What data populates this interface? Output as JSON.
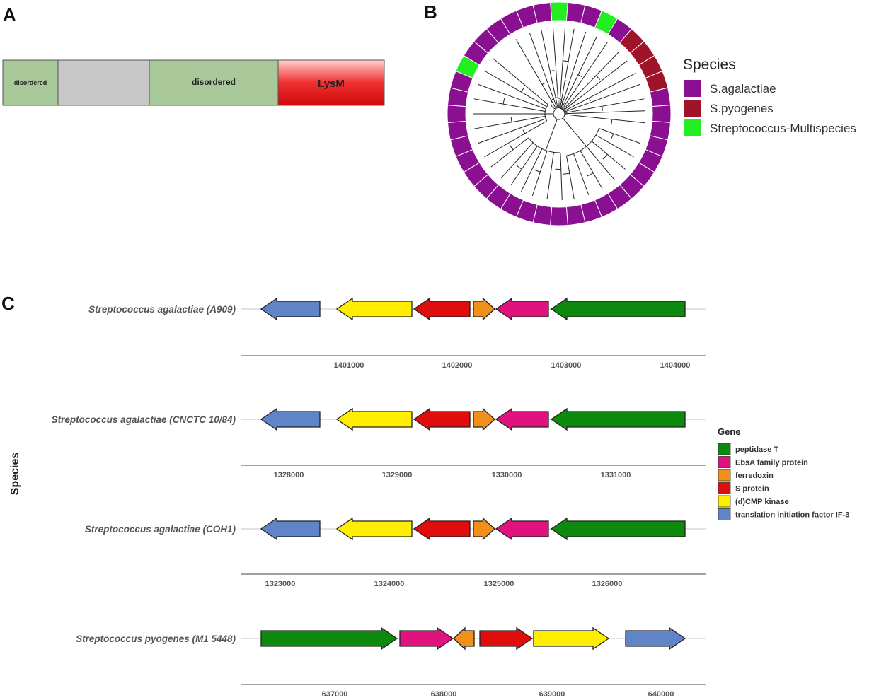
{
  "panels": {
    "a": {
      "letter": "A",
      "domains": [
        {
          "label": "disordered",
          "color": "#a9c89a",
          "kind": "flat"
        },
        {
          "label": "",
          "color": "#c8c8c8",
          "kind": "flat"
        },
        {
          "label": "disordered",
          "color": "#a9c89a",
          "kind": "flat"
        },
        {
          "label": "LysM",
          "color": "#e01818",
          "kind": "gradient"
        }
      ]
    },
    "b": {
      "letter": "B",
      "legend": {
        "title": "Species",
        "items": [
          {
            "label": "S.agalactiae",
            "color": "#8b0f91"
          },
          {
            "label": "S.pyogenes",
            "color": "#a01429"
          },
          {
            "label": "Streptococcus-Multispecies",
            "color": "#22ee22"
          }
        ]
      },
      "ring_colors": {
        "purple": "#8b0f91",
        "red": "#a01429",
        "green": "#22ee22"
      }
    },
    "c": {
      "letter": "C",
      "y_axis_title": "Species",
      "gene_legend": {
        "title": "Gene",
        "items": [
          {
            "label": "peptidase T",
            "color": "#0d8a0d"
          },
          {
            "label": "EbsA family protein",
            "color": "#e0127e"
          },
          {
            "label": "ferredoxin",
            "color": "#f0901a"
          },
          {
            "label": "S protein",
            "color": "#e00d0d"
          },
          {
            "label": "(d)CMP kinase",
            "color": "#ffee00"
          },
          {
            "label": "translation initiation factor IF-3",
            "color": "#5f85c8"
          }
        ]
      },
      "tracks": [
        {
          "species": "Streptococcus agalactiae (A909)",
          "ticks": [
            "1401000",
            "1402000",
            "1403000",
            "1404000"
          ],
          "genes": [
            {
              "gene": "translation initiation factor IF-3",
              "direction": "reverse"
            },
            {
              "gene": "(d)CMP kinase",
              "direction": "reverse"
            },
            {
              "gene": "S protein",
              "direction": "reverse"
            },
            {
              "gene": "ferredoxin",
              "direction": "forward"
            },
            {
              "gene": "EbsA family protein",
              "direction": "reverse"
            },
            {
              "gene": "peptidase T",
              "direction": "reverse"
            }
          ]
        },
        {
          "species": "Streptococcus agalactiae (CNCTC 10/84)",
          "ticks": [
            "1328000",
            "1329000",
            "1330000",
            "1331000"
          ],
          "genes": [
            {
              "gene": "translation initiation factor IF-3",
              "direction": "reverse"
            },
            {
              "gene": "(d)CMP kinase",
              "direction": "reverse"
            },
            {
              "gene": "S protein",
              "direction": "reverse"
            },
            {
              "gene": "ferredoxin",
              "direction": "forward"
            },
            {
              "gene": "EbsA family protein",
              "direction": "reverse"
            },
            {
              "gene": "peptidase T",
              "direction": "reverse"
            }
          ]
        },
        {
          "species": "Streptococcus agalactiae (COH1)",
          "ticks": [
            "1323000",
            "1324000",
            "1325000",
            "1326000"
          ],
          "genes": [
            {
              "gene": "translation initiation factor IF-3",
              "direction": "reverse"
            },
            {
              "gene": "(d)CMP kinase",
              "direction": "reverse"
            },
            {
              "gene": "S protein",
              "direction": "reverse"
            },
            {
              "gene": "ferredoxin",
              "direction": "forward"
            },
            {
              "gene": "EbsA family protein",
              "direction": "reverse"
            },
            {
              "gene": "peptidase T",
              "direction": "reverse"
            }
          ]
        },
        {
          "species": "Streptococcus pyogenes (M1 5448)",
          "ticks": [
            "637000",
            "638000",
            "639000",
            "640000"
          ],
          "genes": [
            {
              "gene": "peptidase T",
              "direction": "forward"
            },
            {
              "gene": "EbsA family protein",
              "direction": "forward"
            },
            {
              "gene": "ferredoxin",
              "direction": "reverse"
            },
            {
              "gene": "S protein",
              "direction": "forward"
            },
            {
              "gene": "(d)CMP kinase",
              "direction": "forward"
            },
            {
              "gene": "translation initiation factor IF-3",
              "direction": "forward"
            }
          ]
        }
      ]
    }
  }
}
